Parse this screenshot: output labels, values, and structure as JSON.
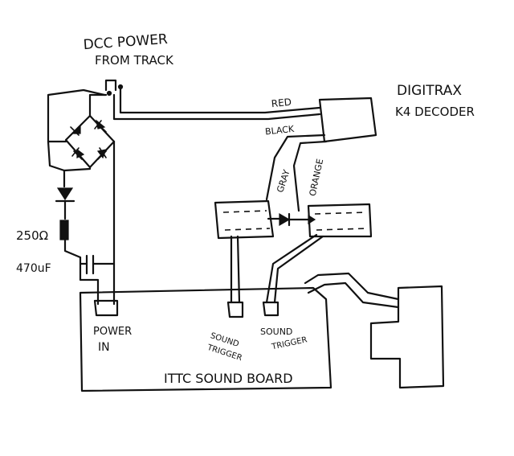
{
  "labels": {
    "dcc_power_line1": "DCC POWER",
    "dcc_power_line2": "FROM TRACK",
    "decoder_line1": "DIGITRAX",
    "decoder_line2": "K4 DECODER",
    "wire_red": "RED",
    "wire_black": "BLACK",
    "wire_gray": "GRAY",
    "wire_orange": "ORANGE",
    "resistor": "250Ω",
    "capacitor": "470uF",
    "power_in_line1": "POWER",
    "power_in_line2": "IN",
    "sound_trigger_1_line1": "SOUND",
    "sound_trigger_1_line2": "TRIGGER",
    "sound_trigger_2_line1": "SOUND",
    "sound_trigger_2_line2": "TRIGGER",
    "board": "ITTC SOUND BOARD"
  },
  "colors": {
    "ink": "#111111",
    "paper": "#ffffff"
  }
}
